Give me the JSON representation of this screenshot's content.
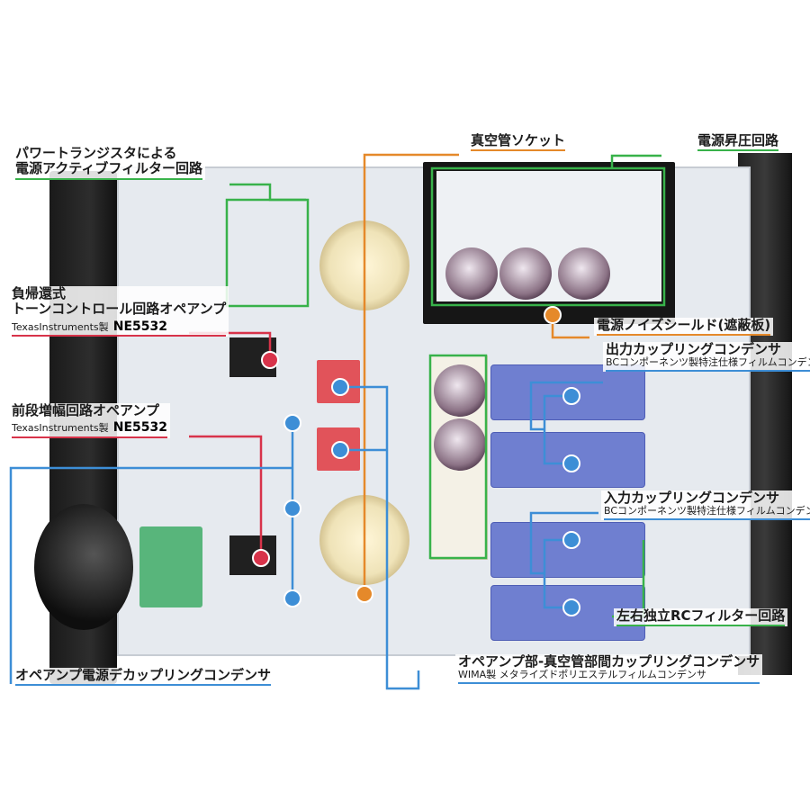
{
  "colors": {
    "green": "#38b24a",
    "red": "#d8334a",
    "orange": "#e5892a",
    "blue": "#3d8ed6"
  },
  "labels": {
    "power_transistor": {
      "line1": "パワートランジスタによる",
      "line2": "電源アクティブフィルター回路"
    },
    "tube_socket": "真空管ソケット",
    "power_boost": "電源昇圧回路",
    "nfb_tone": {
      "line1": "負帰還式",
      "line2": "トーンコントロール回路オペアンプ",
      "maker": "TexasInstruments製",
      "part": "NE5532"
    },
    "noise_shield": "電源ノイズシールド(遮蔽板)",
    "output_cap": {
      "main": "出力カップリングコンデンサ",
      "sub": "BCコンポーネンツ製特注仕様フィルムコンデンサ"
    },
    "preamp_opamp": {
      "line1": "前段増幅回路オペアンプ",
      "maker": "TexasInstruments製",
      "part": "NE5532"
    },
    "input_cap": {
      "main": "入力カップリングコンデンサ",
      "sub": "BCコンポーネンツ製特注仕様フィルムコンデンサ"
    },
    "rc_filter": "左右独立RCフィルター回路",
    "interstage_cap": {
      "main": "オペアンプ部-真空管部間カップリングコンデンサ",
      "sub": "WIMA製 メタライズドポリエステルフィルムコンデンサ"
    },
    "decoupling_cap": "オペアンプ電源デカップリングコンデンサ"
  }
}
